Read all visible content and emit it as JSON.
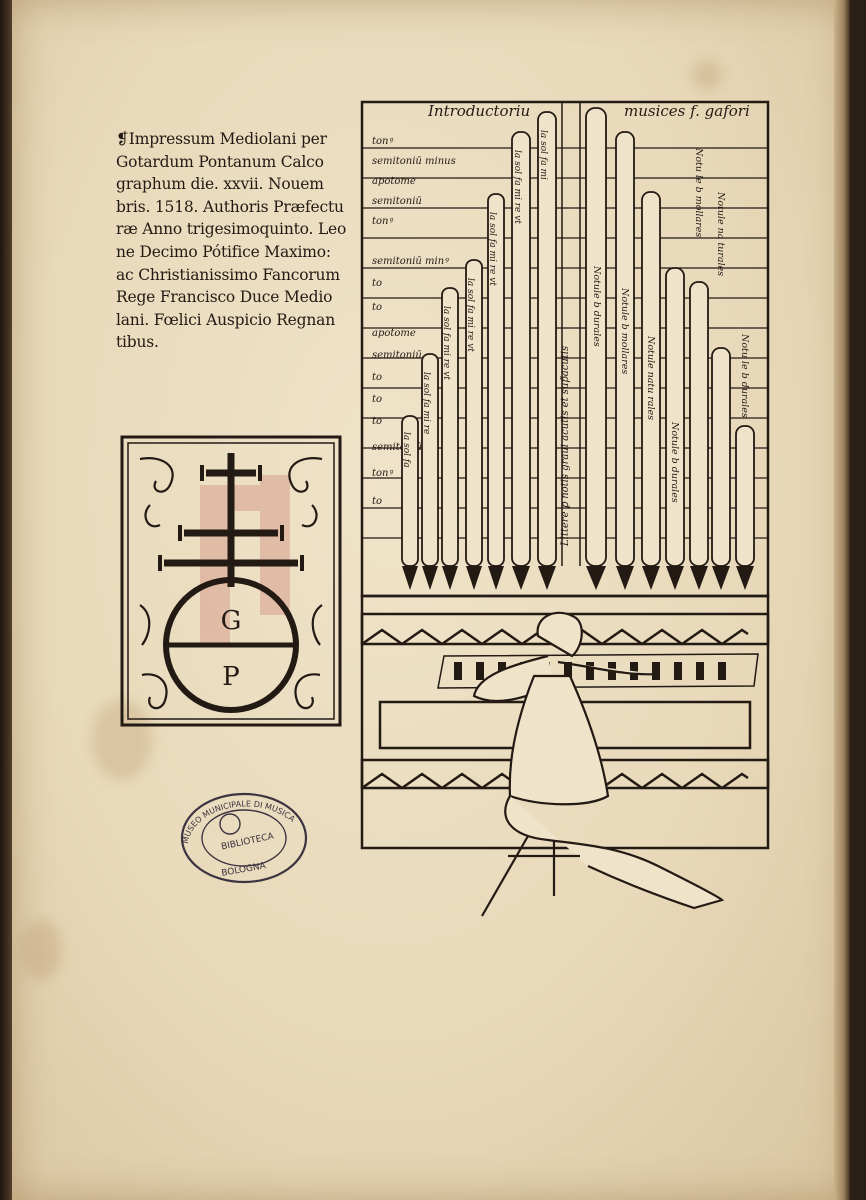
{
  "colophon": {
    "lines": [
      "❡Impressum Mediolani per",
      "Gotardum Pontanum Calco",
      "graphum die. xxvii. Nouem",
      "bris. 1518. Authoris Præfectu",
      "ræ Anno trigesimoquinto. Leo",
      "ne Decimo Pótifice Maximo:",
      "ac Christianissimo Fancorum",
      "Rege Francisco Duce Medio",
      "lani. Fœlici Auspicio Regnan",
      "tibus."
    ]
  },
  "printers_mark": {
    "letter_top": "G",
    "letter_bottom": "P"
  },
  "woodcut": {
    "header_left": "Introductoriu",
    "header_right": "musices f. gafori",
    "left_labels": [
      "tonꝰ",
      "semitoniū minus",
      "apotome",
      "semitoniū",
      "tonꝰ",
      "semitoniū minꝰ",
      "to",
      "to",
      "apotome",
      "semitoniū",
      "to",
      "to",
      "to",
      "semitoniū",
      "tonꝰ",
      "to"
    ],
    "pipe_syllables": {
      "p1": "la sol fa",
      "p2": "la sol fa mi re",
      "p3": "la sol fa mi re vt",
      "p4": "la sol fa mi re vt",
      "p5": "la sol fa mi re vt",
      "p6": "la sol fa mi re vt",
      "p7": "la sol fa mi"
    },
    "vertical_captions": [
      "Littere ꝑ notis graui acutis et sup̃acutis",
      "Notule b durales",
      "Notule b mollares",
      "Notule natu rales",
      "Notule b durales",
      "Notu le b mollares",
      "Notule na turales",
      "Notu le b durales"
    ]
  },
  "stamp": {
    "ring_text": "MUSEO MUNICIPALE DI MUSICA",
    "center_text": "BIBLIOTECA",
    "bottom_text": "BOLOGNA"
  }
}
